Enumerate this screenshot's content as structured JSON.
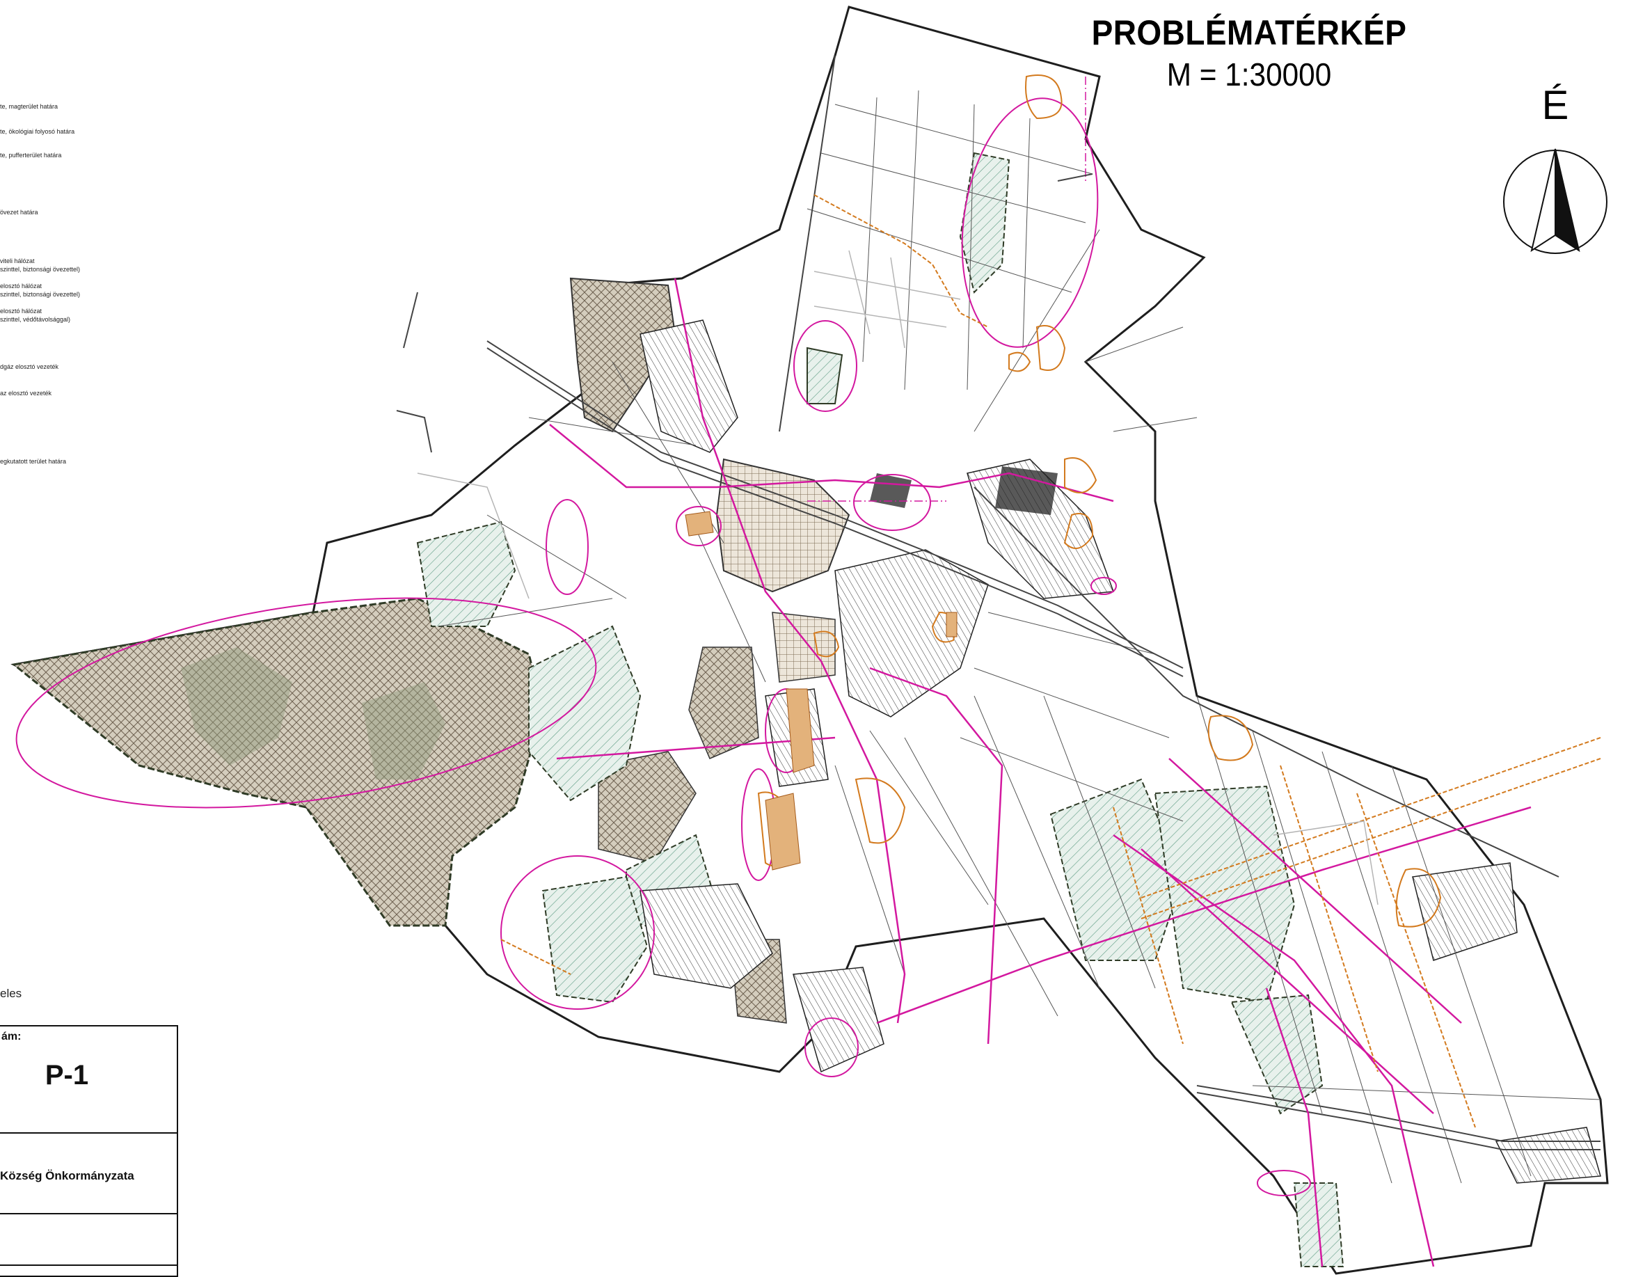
{
  "header": {
    "title": "PROBLÉMATÉRKÉP",
    "scale": "M = 1:30000",
    "north_label": "É"
  },
  "legend": {
    "items": [
      "te, magterület határa",
      "te, ökológiai folyosó határa",
      "te, pufferterület határa",
      "övezet határa",
      "viteli hálózat",
      "szinttel, biztonsági övezettel)",
      "elosztó hálózat",
      "szinttel, biztonsági övezettel)",
      "elosztó hálózat",
      "szinttel, védőtávolsággal)",
      "dgáz elosztó vezeték",
      "az elosztó vezeték",
      "egkutatott terület határa"
    ],
    "trailing_note": "eles"
  },
  "titleblock": {
    "label": "ám:",
    "code": "P-1",
    "owner": "Község Önkormányzata"
  },
  "colors": {
    "boundary": "#2a2a2a",
    "forest_fill": "#c9c2b2",
    "hatch_green": "#6fa791",
    "magenta": "#d3189f",
    "orange": "#d37a1e",
    "grid_brown": "#7c6a52"
  }
}
